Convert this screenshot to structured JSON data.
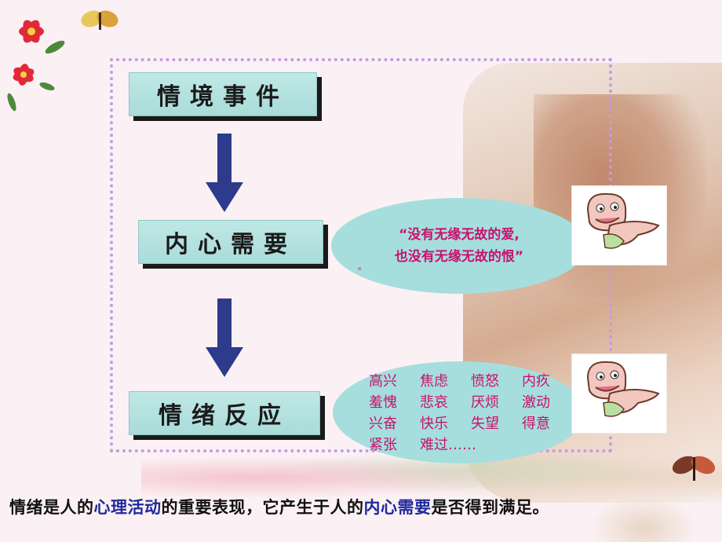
{
  "diagram": {
    "steps": [
      {
        "label": "情境事件"
      },
      {
        "label": "内心需要"
      },
      {
        "label": "情绪反应"
      }
    ],
    "quote_bubble": {
      "line1": "“没有无缘无故的爱,",
      "line2": "也没有无缘无故的恨”"
    },
    "emotion_bubble": {
      "rows": [
        [
          "高兴",
          "焦虑",
          "愤怒",
          "内疚"
        ],
        [
          "羞愧",
          "悲哀",
          "厌烦",
          "激动"
        ],
        [
          "兴奋",
          "快乐",
          "失望",
          "得意"
        ],
        [
          "紧张",
          "难过……"
        ]
      ]
    }
  },
  "caption": {
    "part1": "情绪是人的",
    "highlight1": "心理活动",
    "part2": "的重要表现，它产生于人的",
    "highlight2": "内心需要",
    "part3": "是否得到满足。"
  },
  "colors": {
    "step_fill": "#bfe8e6",
    "bubble_fill": "#a6dedd",
    "bubble_text": "#c8126d",
    "arrow": "#2e3a8c",
    "frame": "#c69ae6",
    "highlight": "#1f2a9c"
  },
  "icons": [
    "flower-corner-decoration",
    "butterfly-icon",
    "dinosaur-cartoon"
  ]
}
